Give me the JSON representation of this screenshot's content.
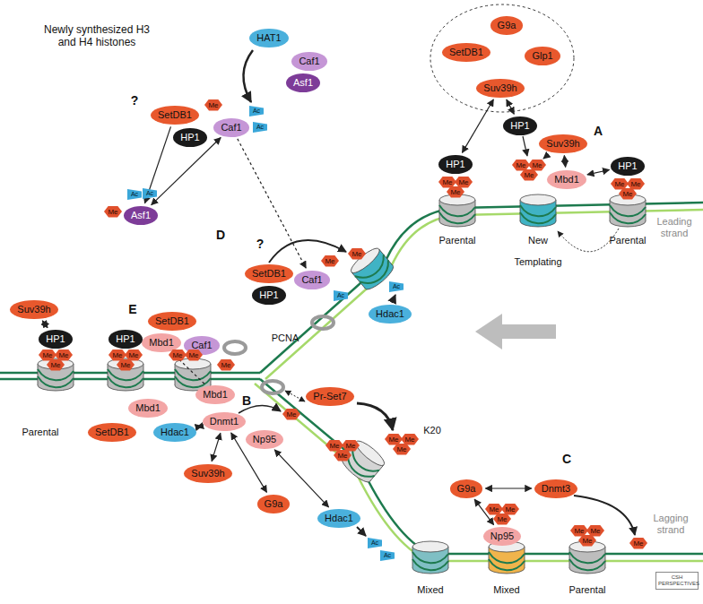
{
  "diagram": {
    "nodes": [
      {
        "text": [
          "HAT1"
        ]
      },
      {
        "text": [
          "Caf1"
        ]
      },
      {
        "text": [
          "Asf1"
        ]
      },
      {
        "text": [
          "G9a"
        ]
      },
      {
        "text": [
          "SetDB1"
        ]
      },
      {
        "text": [
          "Glp1"
        ]
      },
      {
        "text": [
          "Suv39h"
        ]
      },
      {
        "text": [
          "SetDB1"
        ]
      },
      {
        "text": [
          "Caf1"
        ]
      },
      {
        "text": [
          "HP1"
        ]
      },
      {
        "text": [
          "Asf1"
        ]
      },
      {
        "text": [
          "HP1"
        ]
      },
      {
        "text": [
          "Suv39h"
        ]
      },
      {
        "text": [
          "HP1"
        ]
      },
      {
        "text": [
          "Mbd1"
        ]
      },
      {
        "text": [
          "HP1"
        ]
      },
      {
        "text": [
          "SetDB1"
        ]
      },
      {
        "text": [
          "Caf1"
        ]
      },
      {
        "text": [
          "HP1"
        ]
      },
      {
        "text": [
          "Hdac1"
        ]
      },
      {
        "text": [
          "SetDB1"
        ]
      },
      {
        "text": [
          "Mbd1"
        ]
      },
      {
        "text": [
          "Caf1"
        ]
      },
      {
        "text": [
          "Mbd1"
        ]
      },
      {
        "text": [
          "Suv39h"
        ]
      },
      {
        "text": [
          "HP1"
        ]
      },
      {
        "text": [
          "HP1"
        ]
      },
      {
        "text": [
          "Mbd1"
        ]
      },
      {
        "text": [
          "SetDB1"
        ]
      },
      {
        "text": [
          "Pr-Set7"
        ]
      },
      {
        "text": [
          "Hdac1"
        ]
      },
      {
        "text": [
          "Dnmt1"
        ]
      },
      {
        "text": [
          "Np95"
        ]
      },
      {
        "text": [
          "Suv39h"
        ]
      },
      {
        "text": [
          "G9a"
        ]
      },
      {
        "text": [
          "Hdac1"
        ]
      },
      {
        "text": [
          "G9a"
        ]
      },
      {
        "text": [
          "Dnmt3"
        ]
      },
      {
        "text": [
          "Np95"
        ]
      }
    ],
    "edges": [
      {
        "from": 8,
        "to": 10,
        "arrow": "both"
      },
      {
        "from": 7,
        "to": 10,
        "arrow": "to"
      },
      {
        "from": 8,
        "to": 17,
        "arrow": "to"
      },
      {
        "from": 6,
        "to": 13,
        "arrow": "both"
      },
      {
        "from": 6,
        "to": 11,
        "arrow": "both"
      },
      {
        "from": 12,
        "to": 14,
        "arrow": "both"
      },
      {
        "from": 14,
        "to": 15,
        "arrow": "both"
      },
      {
        "from": 23,
        "to": 21,
        "arrow": "to"
      },
      {
        "from": 24,
        "to": 25,
        "arrow": "both"
      },
      {
        "from": 31,
        "to": 30,
        "arrow": "both"
      },
      {
        "from": 31,
        "to": 33,
        "arrow": "both"
      },
      {
        "from": 31,
        "to": 34,
        "arrow": "both"
      },
      {
        "from": 32,
        "to": 35,
        "arrow": "both"
      },
      {
        "from": 36,
        "to": 38,
        "arrow": "both"
      },
      {
        "from": 36,
        "to": 37,
        "arrow": "both"
      }
    ],
    "labels": [
      "Newly synthesized H3 and H4 histones",
      "?",
      "Me",
      "Ac",
      "Ac",
      "Me",
      "Ac",
      "Ac",
      "A",
      "Me",
      "Me",
      "Me",
      "Me",
      "Me",
      "Me",
      "Me",
      "Me",
      "Me",
      "Parental",
      "New",
      "Parental",
      "Leading strand",
      "Templating",
      "D",
      "?",
      "Me",
      "Me",
      "Ac",
      "Ac",
      "PCNA",
      "E",
      "Me",
      "Me",
      "Me",
      "Me",
      "Me",
      "Me",
      "Me",
      "Me",
      "Me",
      "Parental",
      "B",
      "Me",
      "K20",
      "Me",
      "Me",
      "Me",
      "Me",
      "Me",
      "Me",
      "Ac",
      "Ac",
      "C",
      "Me",
      "Me",
      "Me",
      "Me",
      "Me",
      "Me",
      "Me",
      "Mixed",
      "Mixed",
      "Parental",
      "Lagging strand",
      "CSH PERSPECTIVES"
    ]
  }
}
